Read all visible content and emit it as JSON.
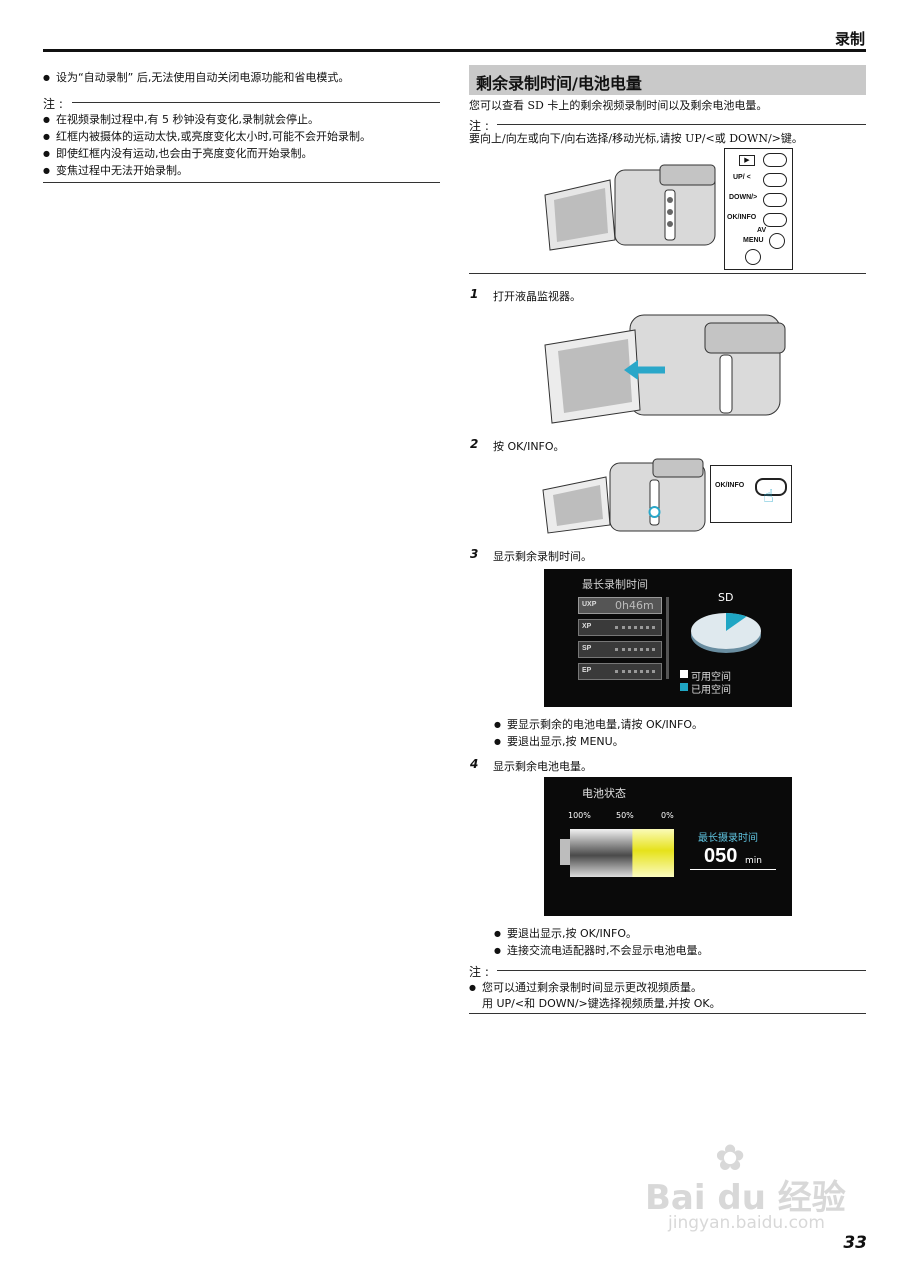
{
  "header": {
    "title": "录制"
  },
  "left": {
    "intro": "设为“自动录制” 后,无法使用自动关闭电源功能和省电模式。",
    "note_label": "注 :",
    "notes": [
      "在视频录制过程中,有 5 秒钟没有变化,录制就会停止。",
      "红框内被摄体的运动太快,或亮度变化太小时,可能不会开始录制。",
      "即使红框内没有运动,也会由于亮度变化而开始录制。",
      "变焦过程中无法开始录制。"
    ]
  },
  "right": {
    "section_title": "剩余录制时间/电池电量",
    "intro": "您可以查看 SD 卡上的剩余视频录制时间以及剩余电池电量。",
    "note_label": "注 :",
    "note": "要向上/向左或向下/向右选择/移动光标,请按 UP/<或 DOWN/>键。",
    "button_panel": {
      "play_icon": "play-icon",
      "up": "UP/ <",
      "down": "DOWN/>",
      "ok": "OK/INFO",
      "av": "AV",
      "menu": "MENU"
    },
    "steps": [
      {
        "num": "1",
        "text": "打开液晶监视器。"
      },
      {
        "num": "2",
        "text": "按 OK/INFO。",
        "callout": "OK/INFO"
      },
      {
        "num": "3",
        "text": "显示剩余录制时间。"
      },
      {
        "num": "4",
        "text": "显示剩余电池电量。"
      }
    ],
    "rec_screen": {
      "title": "最长录制时间",
      "rows": [
        {
          "mode": "UXP",
          "value": "0h46m"
        },
        {
          "mode": "XP",
          "value": ""
        },
        {
          "mode": "SP",
          "value": ""
        },
        {
          "mode": "EP",
          "value": ""
        }
      ],
      "card": "SD",
      "legend_free": "可用空间",
      "legend_used": "已用空间",
      "used_fraction": 0.1
    },
    "step3_bullets": [
      "要显示剩余的电池电量,请按 OK/INFO。",
      "要退出显示,按 MENU。"
    ],
    "battery_screen": {
      "title": "电池状态",
      "scale": [
        "100%",
        "50%",
        "0%"
      ],
      "max_label": "最长摄录时间",
      "minutes": "050",
      "unit": "min",
      "level": 0.4
    },
    "step4_bullets": [
      "要退出显示,按 OK/INFO。",
      "连接交流电适配器时,不会显示电池电量。"
    ],
    "bottom_note_label": "注 :",
    "bottom_note_lines": [
      "您可以通过剩余录制时间显示更改视频质量。",
      "用 UP/<和 DOWN/>键选择视频质量,并按 OK。"
    ]
  },
  "watermark": {
    "brand": "Bai du 经验",
    "url": "jingyan.baidu.com"
  },
  "page_number": "33"
}
